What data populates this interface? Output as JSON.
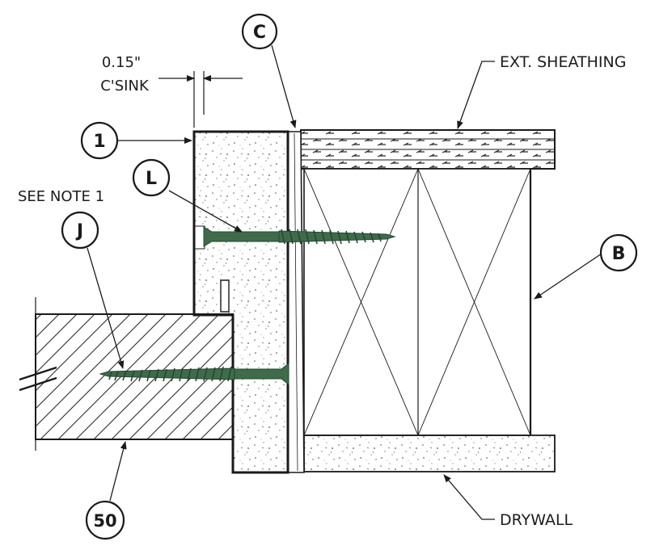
{
  "labels": {
    "countersink_value": "0.15\"",
    "countersink_text": "C'SINK",
    "ext_sheathing": "EXT. SHEATHING",
    "see_note": "SEE NOTE 1",
    "drywall": "DRYWALL"
  },
  "callouts": {
    "one": "1",
    "c": "C",
    "l": "L",
    "j": "J",
    "b": "B",
    "fifty": "50"
  },
  "colors": {
    "line": "#1a1a1a",
    "screw": "#3f6b4a",
    "screw_thread": "#264832",
    "paper": "#ffffff"
  },
  "icons": {
    "break_mark": "break-line-icon"
  }
}
